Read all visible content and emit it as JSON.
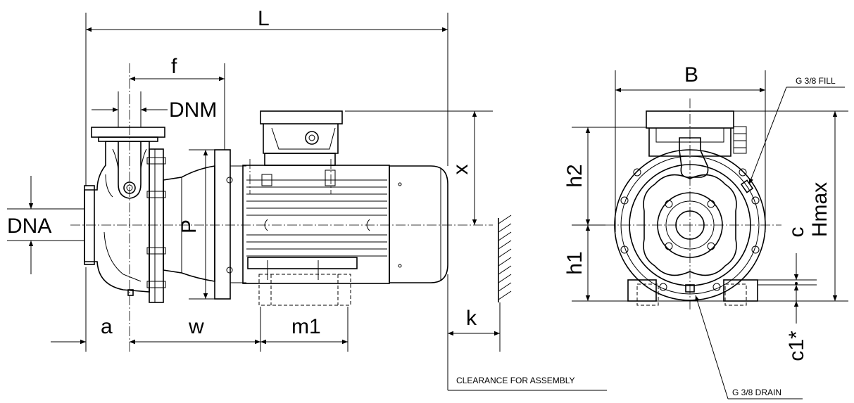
{
  "dimensions": {
    "L": "L",
    "f": "f",
    "DNM": "DNM",
    "DNA": "DNA",
    "P": "P",
    "x": "x",
    "a": "a",
    "w": "w",
    "m1": "m1",
    "k": "k",
    "B": "B",
    "h2": "h2",
    "h1": "h1",
    "c": "c",
    "Hmax": "Hmax",
    "c1": "c1*"
  },
  "notes": {
    "clearance": "CLEARANCE FOR ASSEMBLY",
    "fill": "G 3/8 FILL",
    "drain": "G 3/8 DRAIN"
  }
}
